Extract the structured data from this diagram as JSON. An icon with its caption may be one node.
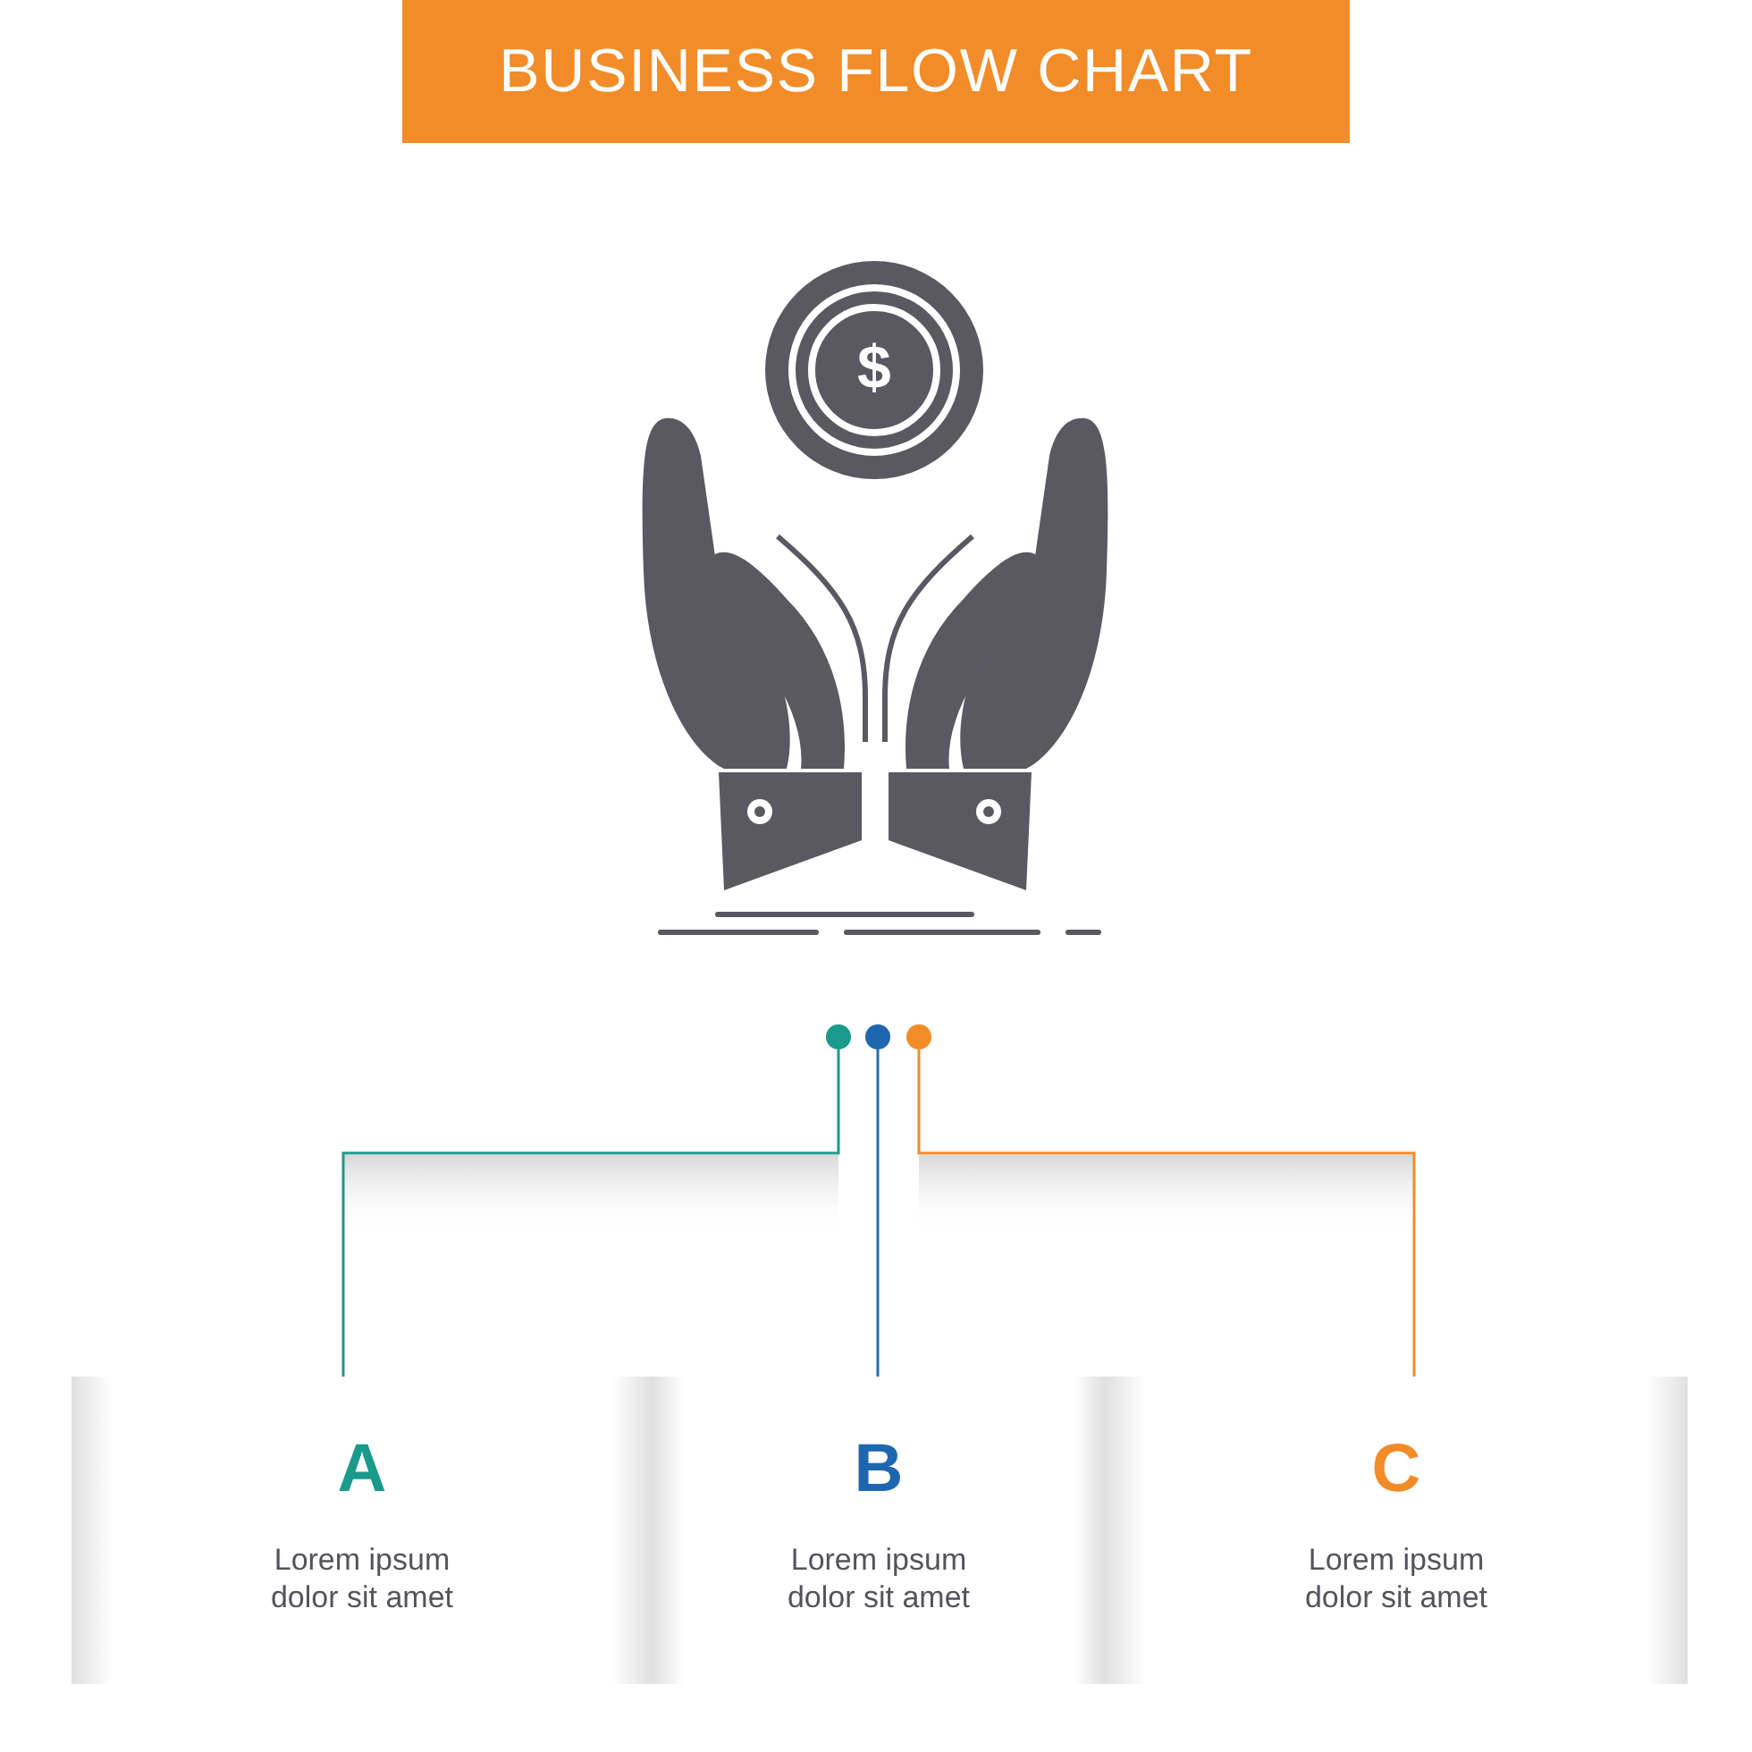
{
  "diagram": {
    "title": "BUSINESS FLOW CHART",
    "nodes": [
      {
        "text": [],
        "shape": "circle"
      },
      {
        "text": [],
        "shape": "circle"
      },
      {
        "text": [],
        "shape": "circle"
      },
      {
        "text": [
          "A",
          "Lorem ipsum dolor sit amet"
        ]
      },
      {
        "text": [
          "B",
          "Lorem ipsum dolor sit amet"
        ]
      },
      {
        "text": [
          "C",
          "Lorem ipsum dolor sit amet"
        ]
      }
    ],
    "edges": [
      {
        "from": 0,
        "to": 3,
        "arrow": "none",
        "color": "#1a9a8a"
      },
      {
        "from": 1,
        "to": 4,
        "arrow": "none",
        "color": "#2a6ea6"
      },
      {
        "from": 2,
        "to": 5,
        "arrow": "none",
        "color": "#f28c28"
      }
    ],
    "labels": [
      "$"
    ]
  }
}
